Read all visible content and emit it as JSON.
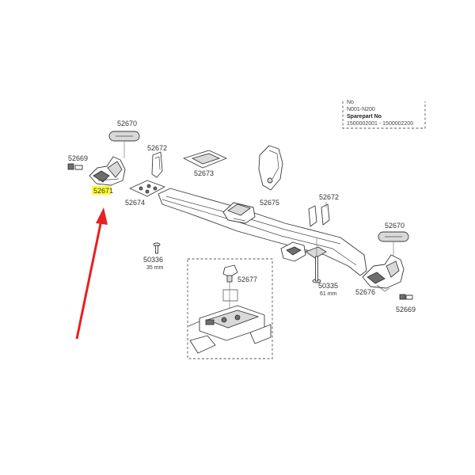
{
  "info_box": {
    "line1": "No",
    "line2": "N001-N200",
    "line3": "Sparepart No",
    "line4": "1500002001 - 1500002200"
  },
  "labels": {
    "p52670_left": "52670",
    "p52669_left": "52669",
    "p52671": "52671",
    "p52672_left": "52672",
    "p52673": "52673",
    "p52674": "52674",
    "p50336": "50336",
    "p50336_len": "35 mm",
    "p52675": "52675",
    "p52672_right": "52672",
    "p52677": "52677",
    "p50335": "50335",
    "p50335_len": "61 mm",
    "p52670_right": "52670",
    "p52676": "52676",
    "p52669_right": "52669"
  },
  "colors": {
    "highlight": "#ffff33",
    "arrow": "#e8201f"
  }
}
